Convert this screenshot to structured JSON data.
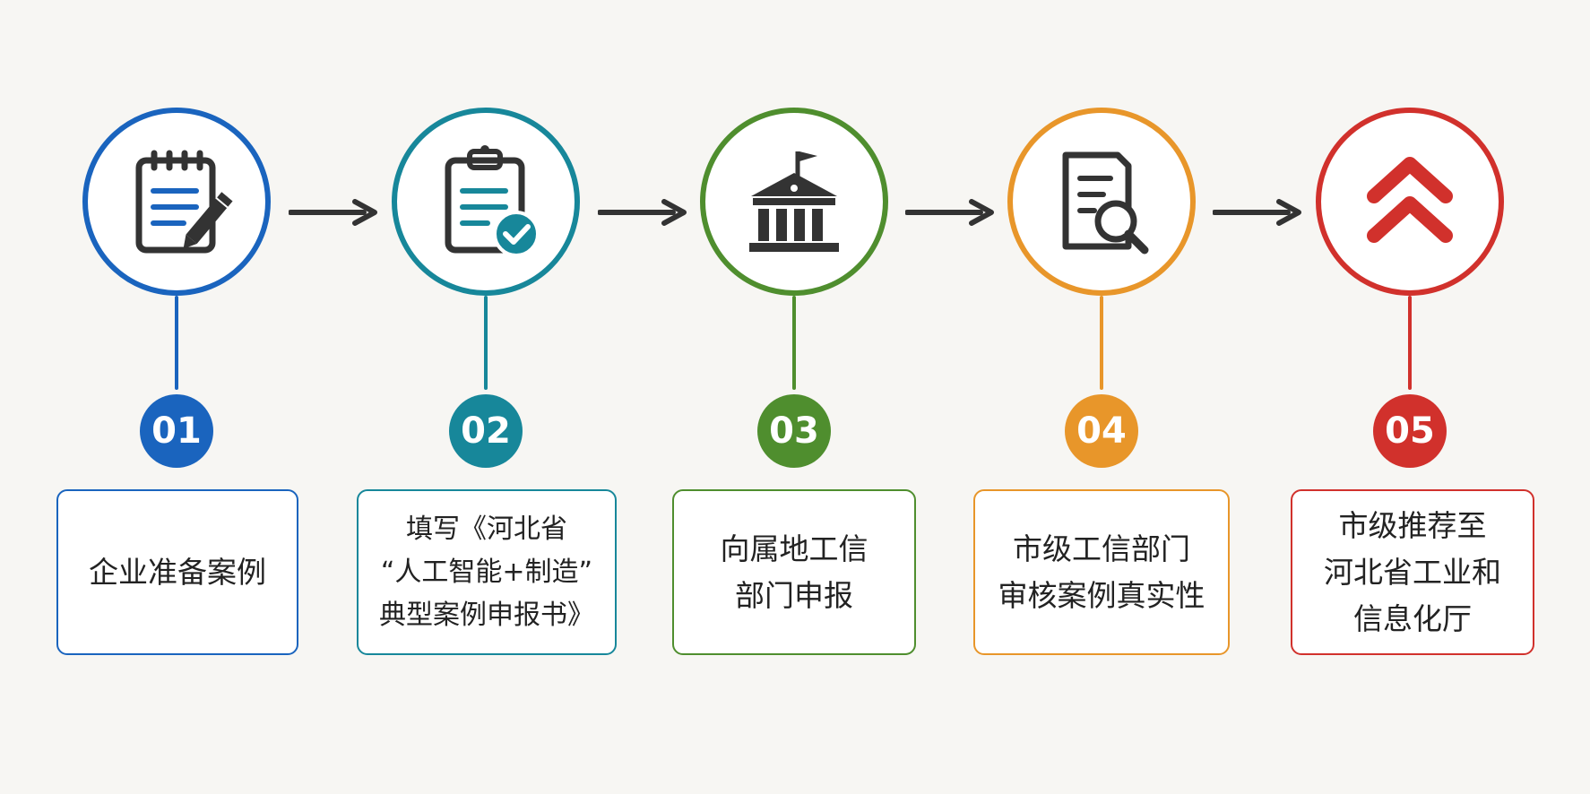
{
  "steps": [
    {
      "number": "01",
      "label": "企业准备案例",
      "color": "#1a64be",
      "icon": "notepad-pencil-icon"
    },
    {
      "number": "02",
      "label": "填写《河北省\n“人工智能+制造”\n典型案例申报书》",
      "color": "#17879a",
      "icon": "clipboard-check-icon"
    },
    {
      "number": "03",
      "label": "向属地工信\n部门申报",
      "color": "#4f8e2e",
      "icon": "government-building-icon"
    },
    {
      "number": "04",
      "label": "市级工信部门\n审核案例真实性",
      "color": "#e8962a",
      "icon": "document-search-icon"
    },
    {
      "number": "05",
      "label": "市级推荐至\n河北省工业和\n信息化厅",
      "color": "#d1312c",
      "icon": "double-chevron-up-icon"
    }
  ]
}
